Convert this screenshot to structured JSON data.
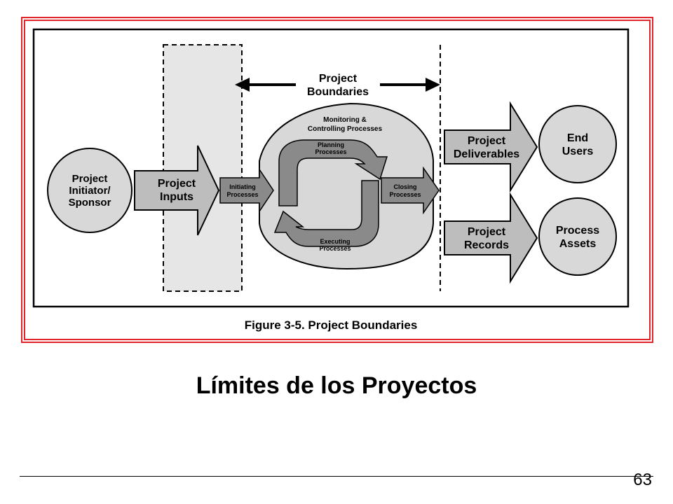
{
  "figure": {
    "caption": "Figure 3-5. Project Boundaries",
    "boundaries_label": [
      "Project",
      "Boundaries"
    ],
    "initiator_label": [
      "Project",
      "Initiator/",
      "Sponsor"
    ],
    "inputs_label": [
      "Project",
      "Inputs"
    ],
    "initiating_label": [
      "Initiating",
      "Processes"
    ],
    "monitoring_label": [
      "Monitoring &",
      "Controlling Processes"
    ],
    "planning_label": [
      "Planning",
      "Processes"
    ],
    "executing_label": [
      "Executing",
      "Processes"
    ],
    "closing_label": [
      "Closing",
      "Processes"
    ],
    "deliverables_label": [
      "Project",
      "Deliverables"
    ],
    "records_label": [
      "Project",
      "Records"
    ],
    "end_users_label": [
      "End",
      "Users"
    ],
    "process_assets_label": [
      "Process",
      "Assets"
    ],
    "colors": {
      "frame_red": "#e0262b",
      "shape_fill": "#d8d8d8",
      "arrow_fill": "#bdbdbd",
      "dark_arrow": "#8a8a8a",
      "inputs_zone": "#e6e6e6"
    }
  },
  "slide": {
    "title": "Límites de los Proyectos",
    "page_number": "63"
  }
}
